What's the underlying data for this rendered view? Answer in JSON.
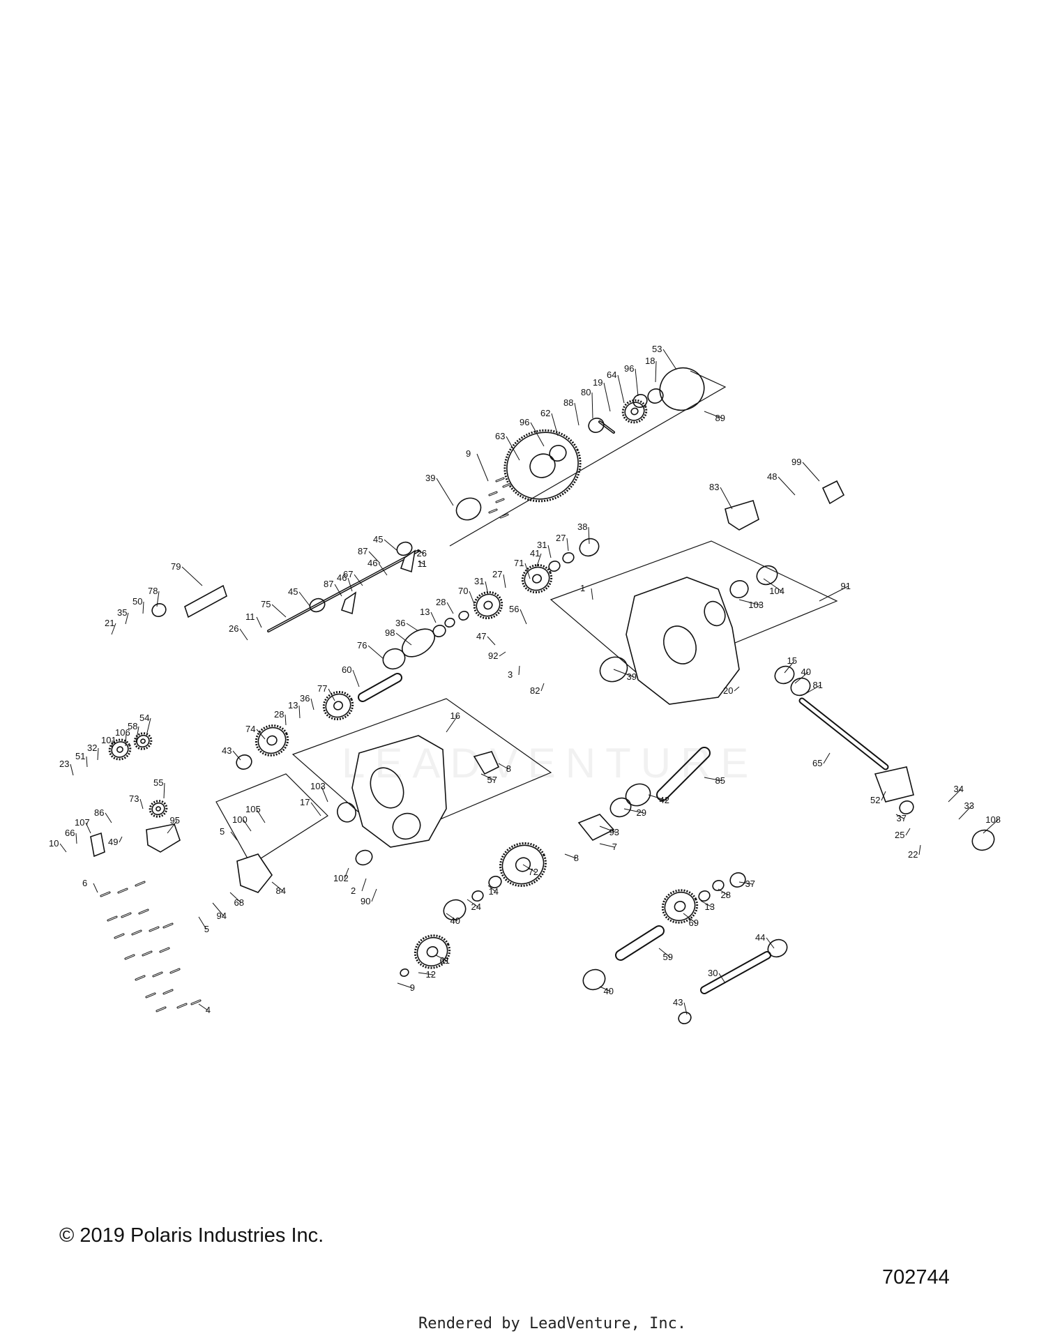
{
  "footer": {
    "copyright": "© 2019 Polaris Industries Inc.",
    "diagram_number": "702744",
    "rendered_by": "Rendered by LeadVenture, Inc."
  },
  "watermark": "LEADVENTURE",
  "callouts": [
    "1",
    "2",
    "3",
    "4",
    "5",
    "6",
    "7",
    "8",
    "9",
    "10",
    "11",
    "12",
    "13",
    "14",
    "15",
    "16",
    "17",
    "18",
    "19",
    "20",
    "21",
    "22",
    "23",
    "24",
    "25",
    "26",
    "27",
    "28",
    "29",
    "30",
    "31",
    "32",
    "33",
    "34",
    "35",
    "36",
    "37",
    "38",
    "39",
    "40",
    "41",
    "42",
    "43",
    "44",
    "45",
    "46",
    "47",
    "48",
    "49",
    "50",
    "51",
    "52",
    "53",
    "54",
    "55",
    "56",
    "57",
    "58",
    "59",
    "60",
    "61",
    "62",
    "63",
    "64",
    "65",
    "66",
    "67",
    "68",
    "69",
    "70",
    "71",
    "72",
    "73",
    "74",
    "75",
    "76",
    "77",
    "78",
    "79",
    "80",
    "81",
    "82",
    "83",
    "84",
    "85",
    "86",
    "87",
    "88",
    "89",
    "90",
    "91",
    "92",
    "93",
    "94",
    "95",
    "96",
    "98",
    "99",
    "100",
    "101",
    "102",
    "103",
    "104",
    "105",
    "106",
    "107",
    "108"
  ]
}
